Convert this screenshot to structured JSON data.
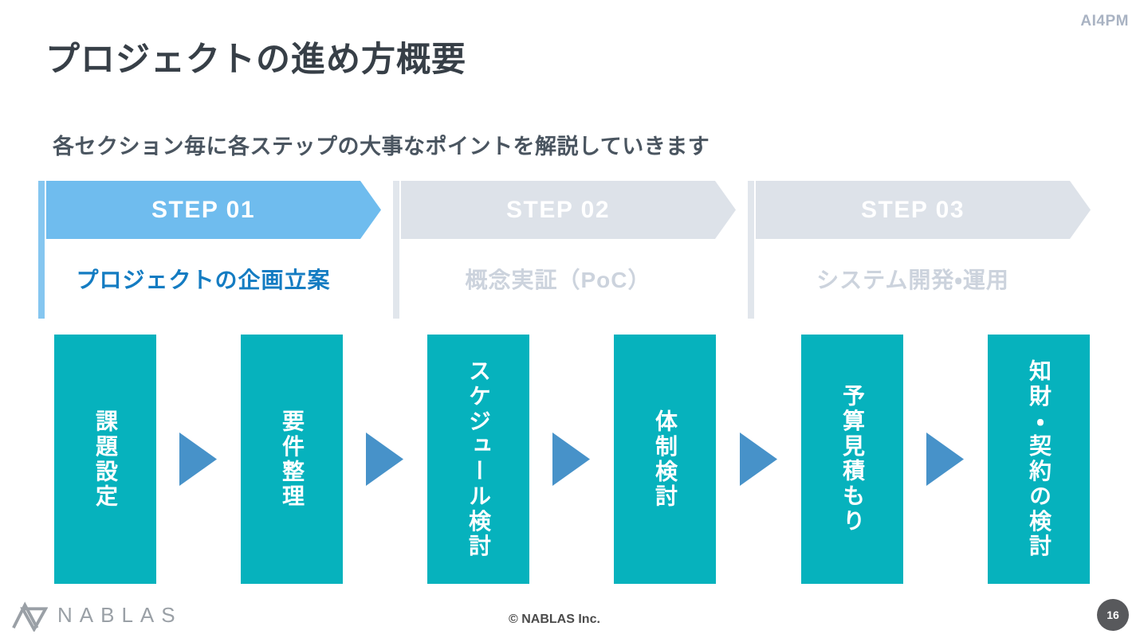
{
  "header": {
    "watermark": "AI4PM",
    "title": "プロジェクトの進め方概要",
    "subtitle": "各セクション毎に各ステップの大事なポイントを解説していきます"
  },
  "steps": [
    {
      "badge": "STEP 01",
      "label": "プロジェクトの企画立案",
      "state": "active"
    },
    {
      "badge": "STEP 02",
      "label": "概念実証（PoC）",
      "state": "inactive"
    },
    {
      "badge": "STEP 03",
      "label": "システム開発・運用",
      "state": "inactive"
    }
  ],
  "flow": {
    "boxes": [
      "課題設定",
      "要件整理",
      "スケジュール検討",
      "体制検討",
      "予算見積もり",
      "知財・契約の検討"
    ]
  },
  "footer": {
    "brand": "NABLAS",
    "copyright": "© NABLAS Inc.",
    "page_number": "16"
  },
  "colors": {
    "active_banner": "#6fbcee",
    "active_accent_bar": "#85c6f0",
    "active_label_text": "#147cc2",
    "inactive_banner": "#dde2e9",
    "inactive_label_text": "#ccd3dd",
    "flow_box_teal": "#06b2bd",
    "arrow_blue": "#4792c9",
    "page_badge_gray": "#58595c",
    "watermark_gray": "#a9b3c3"
  }
}
